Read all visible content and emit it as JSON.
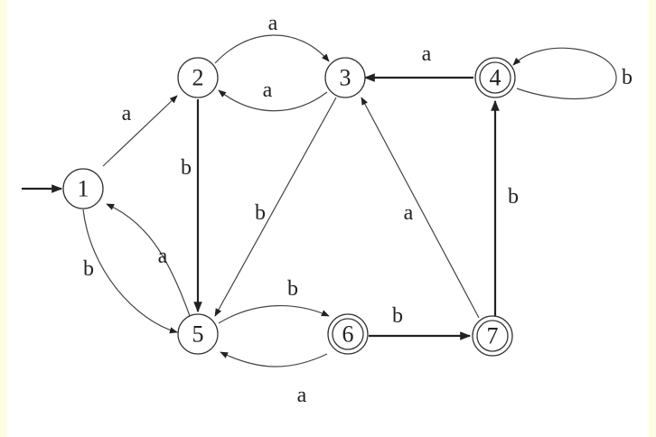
{
  "colors": {
    "background": "#fdfbe3",
    "canvas": "#ffffff",
    "ink": "#222222"
  },
  "nodes": [
    {
      "id": "1",
      "label": "1",
      "accepting": false,
      "start": true
    },
    {
      "id": "2",
      "label": "2",
      "accepting": false,
      "start": false
    },
    {
      "id": "3",
      "label": "3",
      "accepting": false,
      "start": false
    },
    {
      "id": "4",
      "label": "4",
      "accepting": true,
      "start": false
    },
    {
      "id": "5",
      "label": "5",
      "accepting": false,
      "start": false
    },
    {
      "id": "6",
      "label": "6",
      "accepting": true,
      "start": false
    },
    {
      "id": "7",
      "label": "7",
      "accepting": true,
      "start": false
    }
  ],
  "edges": [
    {
      "from": "1",
      "to": "2",
      "label": "a"
    },
    {
      "from": "1",
      "to": "5",
      "label": "b"
    },
    {
      "from": "5",
      "to": "1",
      "label": "a"
    },
    {
      "from": "2",
      "to": "3",
      "label": "a"
    },
    {
      "from": "3",
      "to": "2",
      "label": "a"
    },
    {
      "from": "2",
      "to": "5",
      "label": "b"
    },
    {
      "from": "3",
      "to": "5",
      "label": "b"
    },
    {
      "from": "4",
      "to": "3",
      "label": "a"
    },
    {
      "from": "4",
      "to": "4",
      "label": "b"
    },
    {
      "from": "5",
      "to": "6",
      "label": "b"
    },
    {
      "from": "6",
      "to": "5",
      "label": "a"
    },
    {
      "from": "6",
      "to": "7",
      "label": "b"
    },
    {
      "from": "7",
      "to": "3",
      "label": "a"
    },
    {
      "from": "7",
      "to": "4",
      "label": "b"
    }
  ]
}
